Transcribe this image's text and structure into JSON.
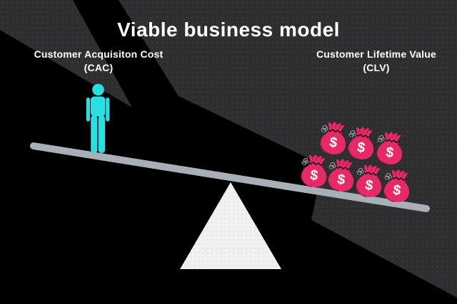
{
  "title": "Viable business model",
  "labels": {
    "left": {
      "line1": "Customer Acquisiton Cost",
      "line2": "(CAC)"
    },
    "right": {
      "line1": "Customer Lifetime Value",
      "line2": "(CLV)"
    }
  },
  "seesaw": {
    "left_side": "CAC",
    "right_side": "CLV",
    "tilt": "right side down",
    "money_bag_count": 7,
    "currency_symbol": "$"
  },
  "colors": {
    "background_black": "#000000",
    "background_gray": "#2E2E30",
    "person_cyan": "#2ADFE1",
    "bag_pink": "#E72A67",
    "bag_shade": "#A8123F",
    "bag_crease": "#8C1040",
    "stitch_dark": "#17171A",
    "bow_gray": "#2C2E33",
    "bow_outline": "#C6CAD0",
    "plank_gray": "#A9AFB6",
    "fulcrum_white": "#F2F1F1",
    "text_white": "#FFFFFF"
  }
}
